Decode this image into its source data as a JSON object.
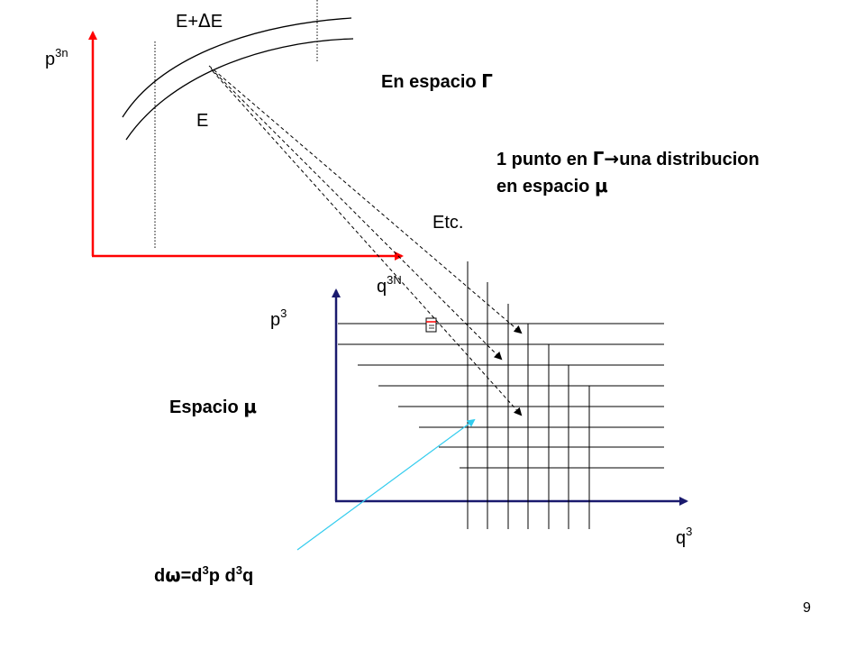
{
  "slide": {
    "page_number": "9"
  },
  "phase_space": {
    "y_axis": {
      "base": "p",
      "sup": "3n",
      "color": "#ff0000"
    },
    "x_axis": {
      "base": "q",
      "sup": "3N",
      "color": "#ff0000"
    },
    "energy_upper": {
      "prefix": "E+",
      "symbol": "Δ",
      "suffix": "E"
    },
    "energy_lower": "E",
    "title": {
      "text": "En espacio",
      "symbol": "Γ"
    },
    "note_line1": {
      "before": "1 punto en",
      "symbol": "Γ",
      "arrow": "→",
      "after": "una distribucion"
    },
    "note_line2": {
      "text": "en espacio",
      "symbol": "μ"
    },
    "etc": "Etc."
  },
  "mu_space": {
    "y_axis": {
      "base": "p",
      "sup": "3",
      "color": "#1a1a6e"
    },
    "x_axis": {
      "base": "q",
      "sup": "3",
      "color": "#1a1a6e"
    },
    "label": {
      "text": "Espacio",
      "symbol": "μ"
    },
    "formula": {
      "d": "d",
      "omega": "ω",
      "eq": "=d",
      "sup1": "3",
      "p": "p d",
      "sup2": "3",
      "q": "q"
    },
    "pointer_color": "#33ccee"
  },
  "colors": {
    "line": "#000000",
    "dashed": "#000000"
  }
}
